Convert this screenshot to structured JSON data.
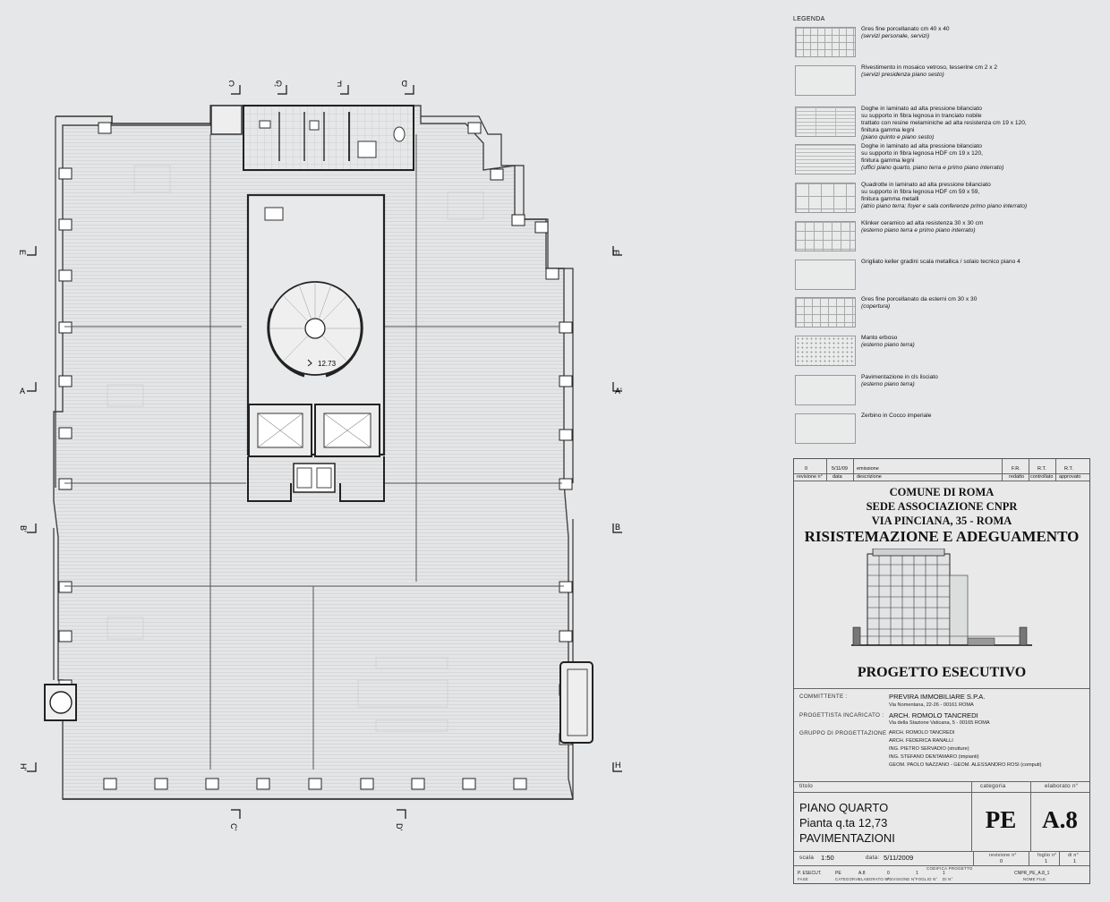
{
  "section_marks": {
    "top": [
      "C",
      "G'",
      "F",
      "D"
    ],
    "left": [
      "E",
      "A",
      "B'",
      "H'"
    ],
    "right": [
      "E",
      "A'",
      "B",
      "H"
    ],
    "bottom": [
      "C'",
      "D'"
    ],
    "elevation": "12.73"
  },
  "legend": {
    "title": "LEGENDA",
    "items": [
      {
        "text": "Gres fine porcellanato cm 40 x 40",
        "note": "(servizi personale, servizi)"
      },
      {
        "text": "Rivestimento in mosaico vetroso, tesserine cm 2 x 2",
        "note": "(servizi presidenza piano sesto)"
      },
      {
        "text": "Doghe in laminato ad alta pressione bilanciato\nsu supporto in fibra legnosa in tranciato nobile\ntrattato con resine melaminiche ad alta resistenza cm 19 x 120,\nfinitura gamma legni",
        "note": "(piano quinto e piano sesto)"
      },
      {
        "text": "Doghe in laminato ad alta pressione bilanciato\nsu supporto in fibra legnosa HDF cm 19 x 120,\nfinitura gamma legni",
        "note": "(uffici piano quarto, piano terra e primo piano interrato)"
      },
      {
        "text": "Quadrotte in laminato ad alta pressione bilanciato\nsu supporto in fibra legnosa HDF cm 59 x 59,\nfinitura gamma metalli",
        "note": "(atrio piano terra; foyer e sala conferenze primo piano interrato)"
      },
      {
        "text": "Klinker ceramico ad alta resistenza 30 x 30 cm",
        "note": "(esterno piano terra e primo piano interrato)"
      },
      {
        "text": "Grigliato keller gradini scala metallica / solaio tecnico piano 4",
        "note": ""
      },
      {
        "text": "Gres fine porcellanato da esterni cm 30 x 30",
        "note": "(copertura)"
      },
      {
        "text": "Manto erboso",
        "note": "(esterno piano terra)"
      },
      {
        "text": "Pavimentazione in cls lisciato",
        "note": "(esterno piano terra)"
      },
      {
        "text": "Zerbino in Cocco imperiale",
        "note": ""
      }
    ]
  },
  "revision": {
    "num": "0",
    "date": "5/11/09",
    "desc": "emissione",
    "redatto": "F.R.",
    "controllato": "R.T.",
    "approvato": "R.T.",
    "headers": [
      "revisione n°",
      "data",
      "descrizione",
      "redatto",
      "controllato",
      "approvato"
    ]
  },
  "title_block": {
    "line1": "COMUNE DI ROMA",
    "line2": "SEDE ASSOCIAZIONE CNPR",
    "line3": "VIA PINCIANA, 35 - ROMA",
    "line4": "RISISTEMAZIONE E ADEGUAMENTO",
    "phase": "PROGETTO ESECUTIVO",
    "committente_label": "COMMITTENTE :",
    "committente": "PREVIRA IMMOBILIARE S.P.A.",
    "committente_addr": "Via Nomentana, 22-26 - 00161 ROMA",
    "progettista_label": "PROGETTISTA INCARICATO :",
    "progettista": "ARCH. ROMOLO TANCREDI",
    "progettista_addr": "Via della Stazione Vaticana, 5 - 00165 ROMA",
    "gruppo_label": "GRUPPO DI PROGETTAZIONE :",
    "gruppo": [
      "ARCH. ROMOLO TANCREDI",
      "ARCH. FEDERICA RANALLI",
      "ING. PIETRO SERVADIO (strutture)",
      "ING. STEFANO DENTAMARO (impianti)",
      "GEOM. PAOLO NAZZANO - GEOM. ALESSANDRO ROSI (computi)"
    ],
    "titolo_label": "titolo",
    "categoria_label": "categoria",
    "elaborato_label": "elaborato n°",
    "titolo1": "PIANO QUARTO",
    "titolo2": "Pianta q.ta 12,73",
    "titolo3": "PAVIMENTAZIONI",
    "categoria": "PE",
    "elaborato": "A.8",
    "scala_label": "scala",
    "scala": "1:50",
    "data_label": "data:",
    "data": "5/11/2009",
    "revisione_label": "revisione n°",
    "revisione": "0",
    "foglio_label": "foglio n°",
    "foglio": "1",
    "di_label": "di n°",
    "di": "1",
    "codice_label": "CODIFICA PROGETTO",
    "code_vals": [
      "P. ESECUT.",
      "PE",
      "A.8",
      "0",
      "1",
      "1"
    ],
    "code_labels": [
      "FASE",
      "CATEGORIA",
      "ELABORATO N°",
      "REVISIONE N°",
      "FOGLIO N°",
      "DI N°"
    ],
    "file": "CNPR_PE_A.8_1",
    "file_label": "NOME FILE"
  }
}
